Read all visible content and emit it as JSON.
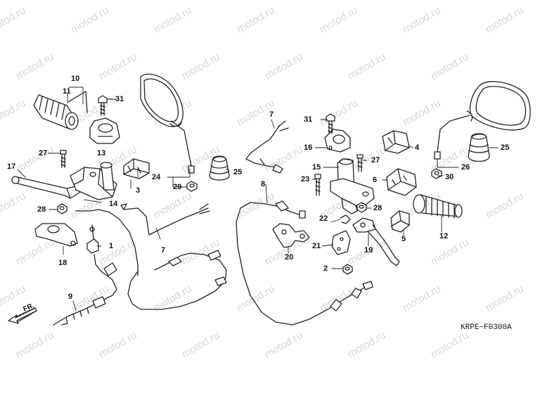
{
  "diagram": {
    "watermark_text": "motod.ru",
    "drawing_code": "KRPE−F0300A",
    "forward_arrow_label": "FR.",
    "callouts": {
      "n1": "1",
      "n2": "2",
      "n3": "3",
      "n4": "4",
      "n5": "5",
      "n6": "6",
      "n7a": "7",
      "n7b": "7",
      "n8": "8",
      "n9": "9",
      "n10": "10",
      "n11": "11",
      "n12": "12",
      "n13": "13",
      "n14": "14",
      "n15": "15",
      "n16": "16",
      "n17": "17",
      "n18": "18",
      "n19": "19",
      "n20": "20",
      "n21": "21",
      "n22": "22",
      "n23": "23",
      "n24": "24",
      "n25a": "25",
      "n25b": "25",
      "n26": "26",
      "n27a": "27",
      "n27b": "27",
      "n28a": "28",
      "n28b": "28",
      "n29": "29",
      "n30": "30",
      "n31a": "31",
      "n31b": "31"
    },
    "colors": {
      "line": "#222222",
      "watermark": "#d6d6d6",
      "background": "#ffffff"
    }
  }
}
